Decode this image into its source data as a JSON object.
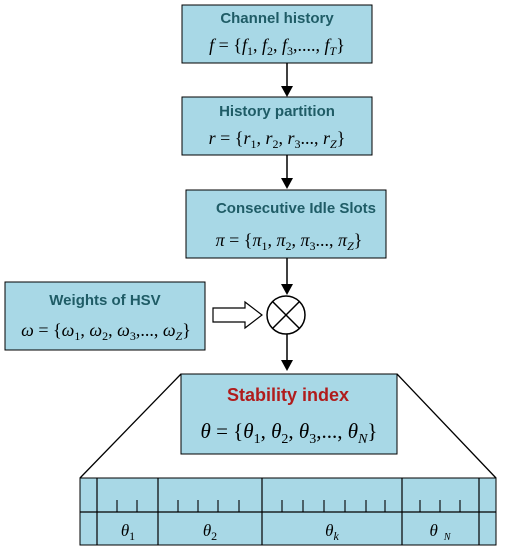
{
  "nodes": {
    "channel_history": {
      "title": "Channel history",
      "formula": "f = {f₁, f₂, f₃,...., f_T}"
    },
    "history_partition": {
      "title": "History partition",
      "formula": "r = {r₁, r₂, r₃..., r_Z}"
    },
    "idle_slots": {
      "title": "Consecutive Idle Slots",
      "formula": "π = {π₁, π₂, π₃..., π_Z}"
    },
    "weights": {
      "title": "Weights of HSV",
      "formula": "ω = {ω₁, ω₂, ω₃,..., ω_Z}"
    },
    "stability": {
      "title": "Stability index",
      "formula": "θ = {θ₁, θ₂, θ₃,..., θ_N}"
    }
  },
  "operator_symbol": "⊗",
  "segments": [
    "θ1",
    "θ2",
    "θk",
    "θ N"
  ],
  "colors": {
    "box_fill": "#a8d8e6",
    "title_text": "#1f5c66",
    "stability_title": "#b01c1c"
  }
}
